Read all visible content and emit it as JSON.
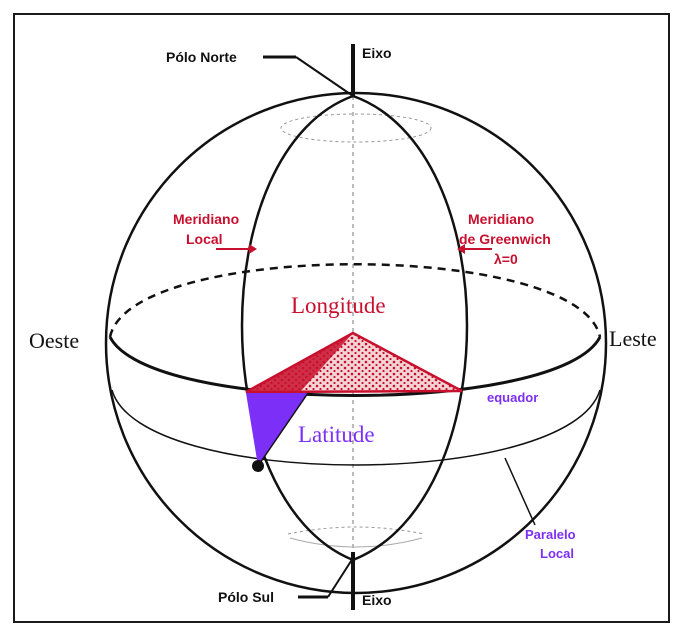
{
  "labels": {
    "polo_norte": "Pólo Norte",
    "eixo_top": "Eixo",
    "polo_sul": "Pólo Sul",
    "eixo_bottom": "Eixo",
    "meridiano_local_1": "Meridiano",
    "meridiano_local_2": "Local",
    "meridiano_greenwich_1": "Meridiano",
    "meridiano_greenwich_2": "de Greenwich",
    "lambda": "λ=0",
    "longitude": "Longitude",
    "latitude": "Latitude",
    "oeste": "Oeste",
    "leste": "Leste",
    "equador": "equador",
    "paralelo_local_1": "Paralelo",
    "paralelo_local_2": "Local"
  },
  "colors": {
    "red": "#c8102e",
    "purple": "#7b2ff7",
    "black": "#111111"
  }
}
